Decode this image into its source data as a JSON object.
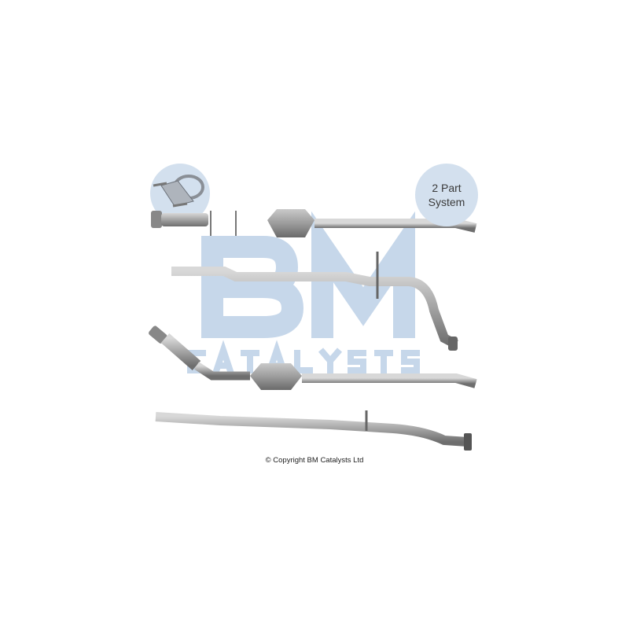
{
  "watermark": {
    "logo_text": "BM",
    "logo_subtext": "CATALYSTS",
    "color": "#c6d7ea"
  },
  "badge": {
    "line1": "2 Part",
    "line2": "System",
    "color": "#d3e0ee"
  },
  "clamp_badge": {
    "icon": "exhaust-clamp-icon"
  },
  "copyright": "© Copyright BM Catalysts Ltd",
  "pipe_color": "#9a9a9a"
}
